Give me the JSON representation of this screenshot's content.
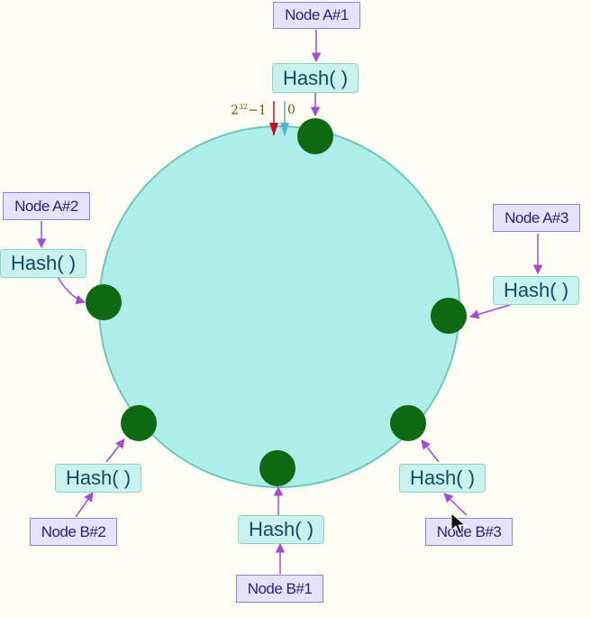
{
  "nodes": {
    "a1": {
      "node_label": "Node A#1",
      "hash_label": "Hash( )"
    },
    "a2": {
      "node_label": "Node A#2",
      "hash_label": "Hash( )"
    },
    "a3": {
      "node_label": "Node A#3",
      "hash_label": "Hash( )"
    },
    "b1": {
      "node_label": "Node B#1",
      "hash_label": "Hash( )"
    },
    "b2": {
      "node_label": "Node B#2",
      "hash_label": "Hash( )"
    },
    "b3": {
      "node_label": "Node B#3",
      "hash_label": "Hash( )"
    }
  },
  "ring": {
    "start_label": "0",
    "end_label_base": "2",
    "end_label_exp": "32",
    "end_label_suffix": "−1"
  },
  "colors": {
    "ring_fill": "#aeeee8",
    "ring_stroke": "#6fc7b8",
    "node_dot": "#0d6a12",
    "arrow": "#a24bd3",
    "end_marker": "#c3142a",
    "start_marker": "#4fb3d8"
  },
  "icons": [
    "cursor-icon"
  ]
}
